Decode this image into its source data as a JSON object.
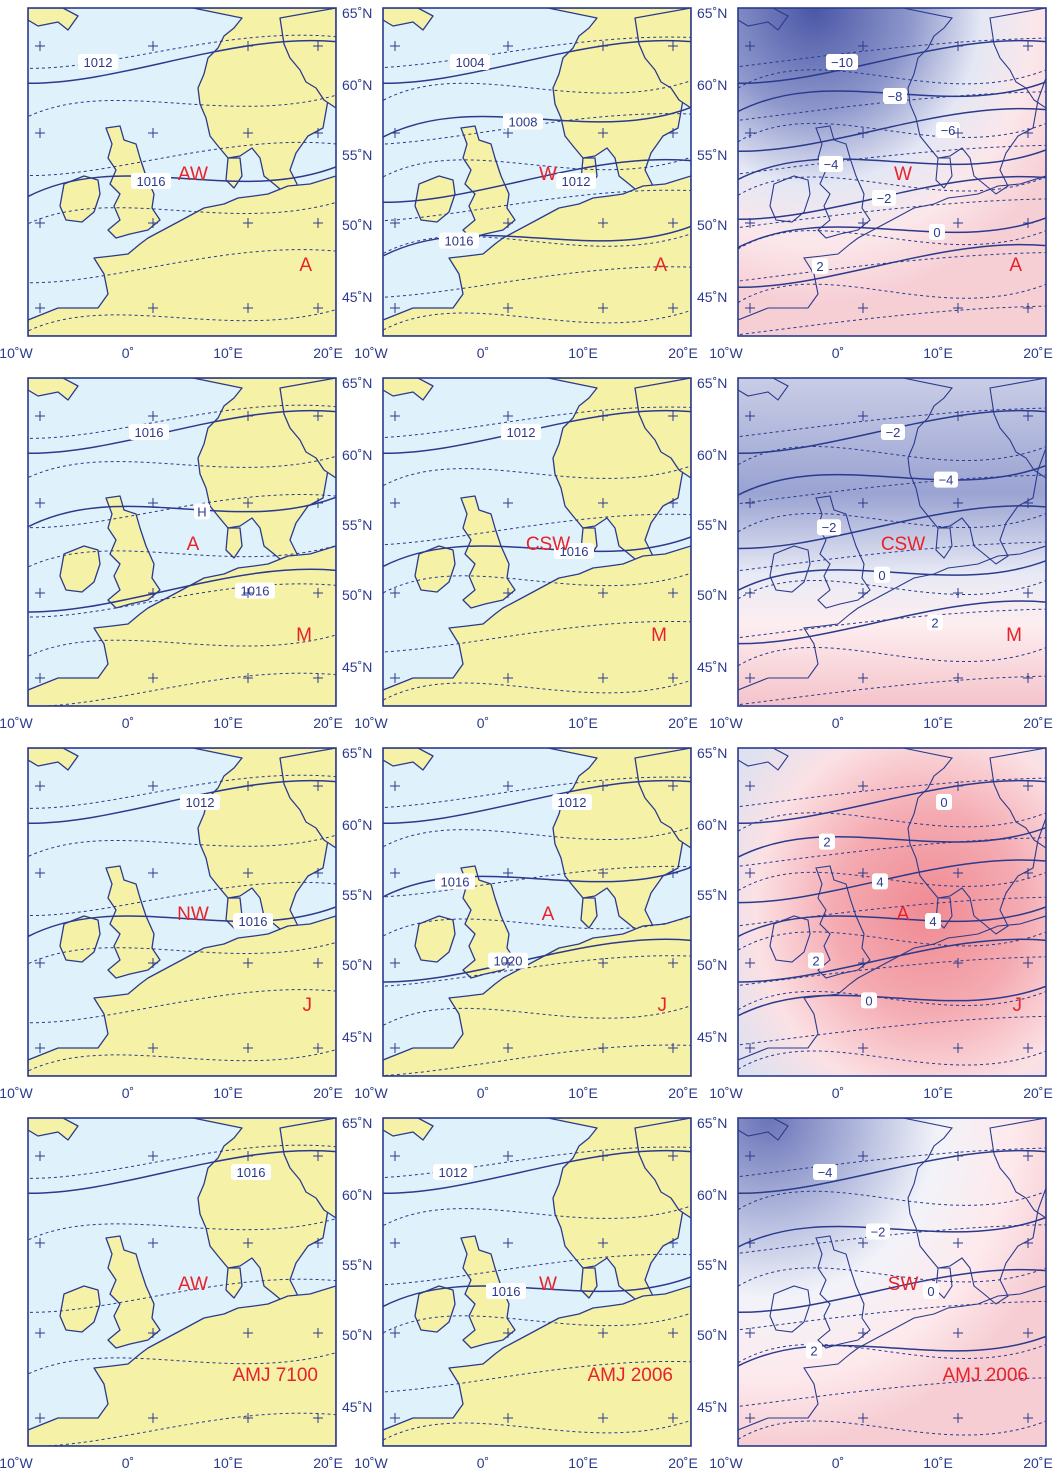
{
  "axes": {
    "longitude_labels": [
      "10˚W",
      "0˚",
      "10˚E",
      "20˚E"
    ],
    "latitude_labels": [
      "65˚N",
      "60˚N",
      "55˚N",
      "50˚N",
      "45˚N"
    ]
  },
  "colors": {
    "frame": "#2b3a8c",
    "sea": "#dff1fa",
    "land": "#f5f2a8",
    "label_red": "#e8222a",
    "anomaly_negative": "#4a56a6",
    "anomaly_positive": "#f08a93"
  },
  "panels": [
    {
      "id": "r1c1",
      "kind": "pressure",
      "labels": [
        {
          "text": "AW",
          "pos": "center"
        },
        {
          "text": "A",
          "pos": "right"
        }
      ],
      "contours": [
        "1012",
        "1016"
      ]
    },
    {
      "id": "r1c2",
      "kind": "pressure",
      "labels": [
        {
          "text": "W",
          "pos": "center"
        },
        {
          "text": "A",
          "pos": "right"
        }
      ],
      "contours": [
        "1004",
        "1008",
        "1012",
        "1016"
      ]
    },
    {
      "id": "r1c3",
      "kind": "anomaly",
      "labels": [
        {
          "text": "W",
          "pos": "center"
        },
        {
          "text": "A",
          "pos": "right"
        }
      ],
      "contours": [
        "−10",
        "−8",
        "−6",
        "−4",
        "−2",
        "0",
        "2"
      ]
    },
    {
      "id": "r2c1",
      "kind": "pressure",
      "labels": [
        {
          "text": "A",
          "pos": "center"
        },
        {
          "text": "M",
          "pos": "right"
        }
      ],
      "contours": [
        "1016",
        "H",
        "1016"
      ]
    },
    {
      "id": "r2c2",
      "kind": "pressure",
      "labels": [
        {
          "text": "CSW",
          "pos": "center"
        },
        {
          "text": "M",
          "pos": "right"
        }
      ],
      "contours": [
        "1012",
        "1016"
      ]
    },
    {
      "id": "r2c3",
      "kind": "anomaly",
      "labels": [
        {
          "text": "CSW",
          "pos": "center"
        },
        {
          "text": "M",
          "pos": "right"
        }
      ],
      "contours": [
        "−2",
        "−4",
        "−2",
        "0",
        "2"
      ]
    },
    {
      "id": "r3c1",
      "kind": "pressure",
      "labels": [
        {
          "text": "NW",
          "pos": "center"
        },
        {
          "text": "J",
          "pos": "right"
        }
      ],
      "contours": [
        "1012",
        "1016"
      ]
    },
    {
      "id": "r3c2",
      "kind": "pressure",
      "labels": [
        {
          "text": "A",
          "pos": "center"
        },
        {
          "text": "J",
          "pos": "right"
        }
      ],
      "contours": [
        "1012",
        "1016",
        "1020"
      ]
    },
    {
      "id": "r3c3",
      "kind": "anomaly",
      "labels": [
        {
          "text": "A",
          "pos": "center"
        },
        {
          "text": "J",
          "pos": "right"
        }
      ],
      "contours": [
        "0",
        "2",
        "4",
        "4",
        "2",
        "0"
      ]
    },
    {
      "id": "r4c1",
      "kind": "pressure",
      "labels": [
        {
          "text": "AW",
          "pos": "center"
        },
        {
          "text": "AMJ 7100",
          "pos": "right"
        }
      ],
      "contours": [
        "1016"
      ]
    },
    {
      "id": "r4c2",
      "kind": "pressure",
      "labels": [
        {
          "text": "W",
          "pos": "center"
        },
        {
          "text": "AMJ 2006",
          "pos": "right"
        }
      ],
      "contours": [
        "1012",
        "1016"
      ]
    },
    {
      "id": "r4c3",
      "kind": "anomaly",
      "labels": [
        {
          "text": "SW",
          "pos": "center"
        },
        {
          "text": "AMJ 2006",
          "pos": "right"
        }
      ],
      "contours": [
        "−4",
        "−2",
        "0",
        "2"
      ]
    }
  ]
}
